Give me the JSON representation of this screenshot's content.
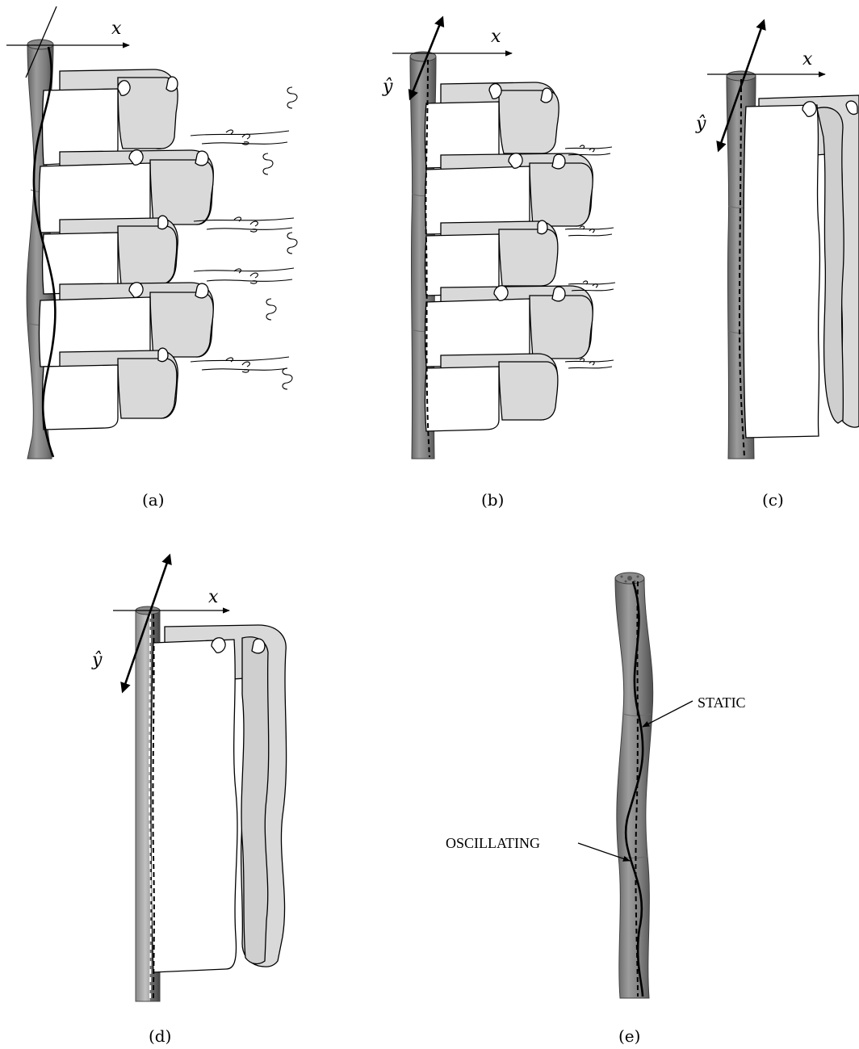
{
  "panels": {
    "a": {
      "caption": "(a)",
      "x_label": "x"
    },
    "b": {
      "caption": "(b)",
      "x_label": "x",
      "y_label": "ŷ"
    },
    "c": {
      "caption": "(c)",
      "x_label": "x",
      "y_label": "ŷ"
    },
    "d": {
      "caption": "(d)",
      "x_label": "x",
      "y_label": "ŷ"
    },
    "e": {
      "caption": "(e)",
      "static_label": "STATIC",
      "oscillating_label": "OSCILLATING"
    }
  },
  "colors": {
    "rod": "#8f8f8f",
    "sheet_grey": "#d9d9d9",
    "sheet_white": "#ffffff",
    "line": "#000000"
  }
}
